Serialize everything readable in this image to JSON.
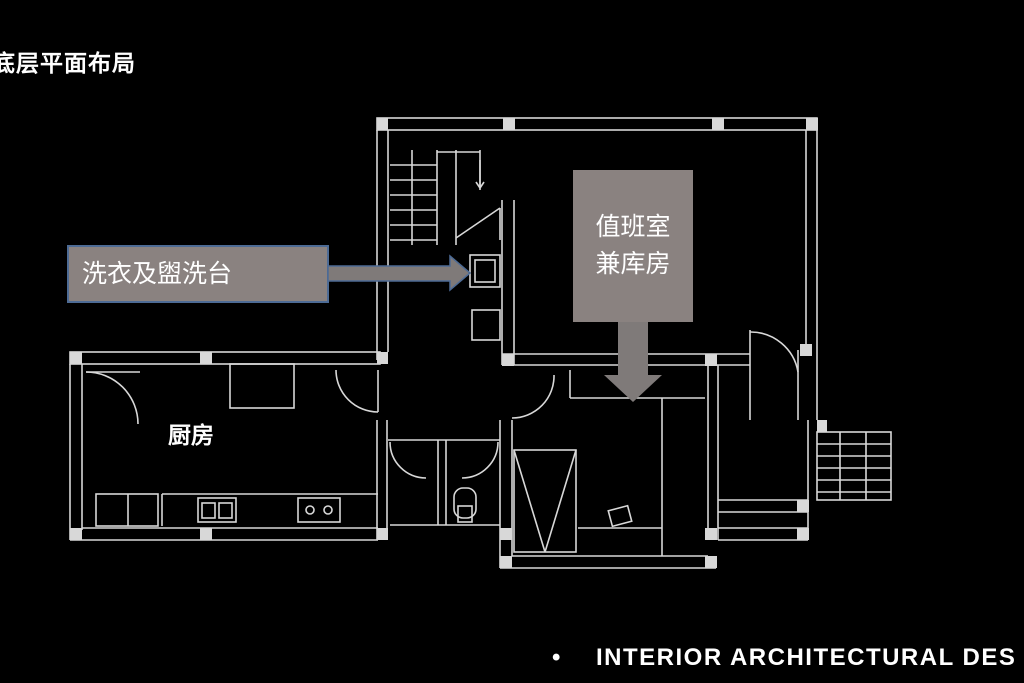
{
  "slide": {
    "title": "底层平面布局",
    "footer_bullet": "•",
    "footer_text": "INTERIOR  ARCHITECTURAL  DES"
  },
  "labels": {
    "laundry": "洗衣及盥洗台",
    "duty_room_line1": "值班室",
    "duty_room_line2": "兼库房",
    "kitchen": "厨房"
  },
  "colors": {
    "background": "#000000",
    "wall": "#d8d8d8",
    "callout_box": "#8a8280",
    "callout_border": "#4d6b95",
    "callout_arrow": "#7f7a79",
    "text": "#ffffff"
  }
}
